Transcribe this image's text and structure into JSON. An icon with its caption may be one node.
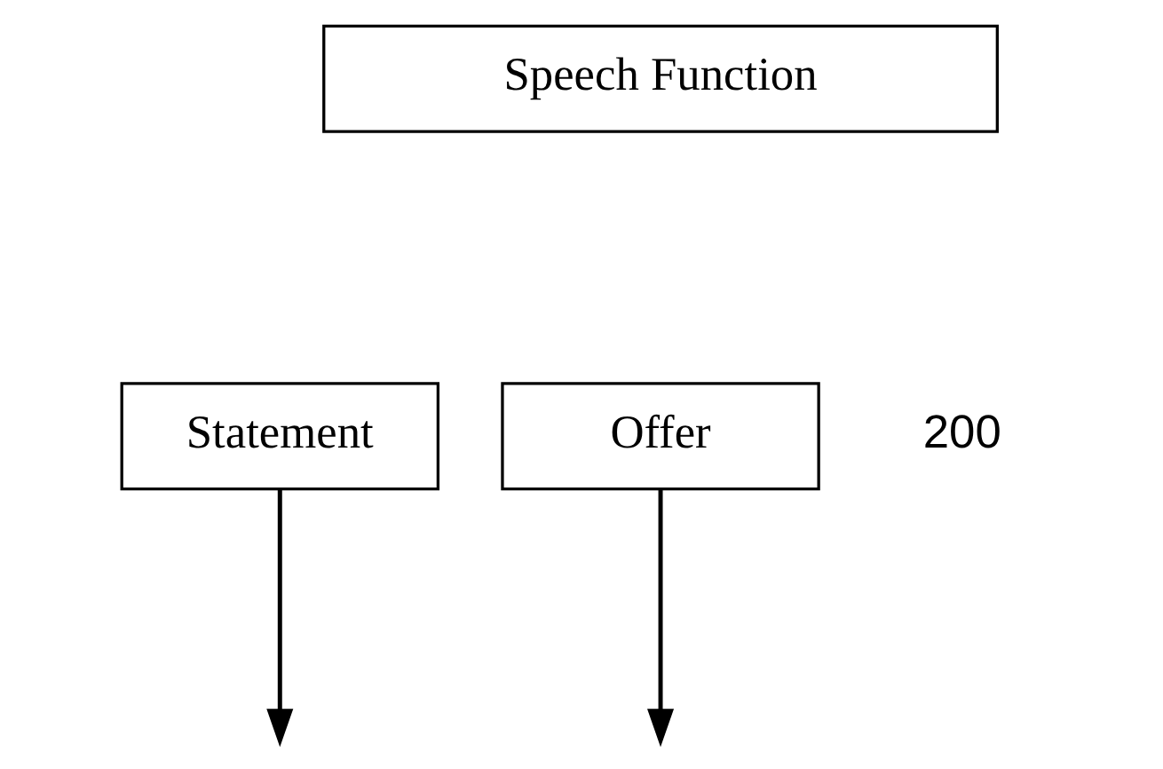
{
  "diagram": {
    "nodes": [
      {
        "text": [
          "Speech Function"
        ]
      },
      {
        "text": [
          "Statement"
        ]
      },
      {
        "text": [
          "Offer"
        ]
      }
    ],
    "edges": [
      {
        "from": 1,
        "to": null,
        "arrow": "to"
      },
      {
        "from": 2,
        "to": null,
        "arrow": "to"
      }
    ],
    "labels": [
      "200"
    ]
  }
}
